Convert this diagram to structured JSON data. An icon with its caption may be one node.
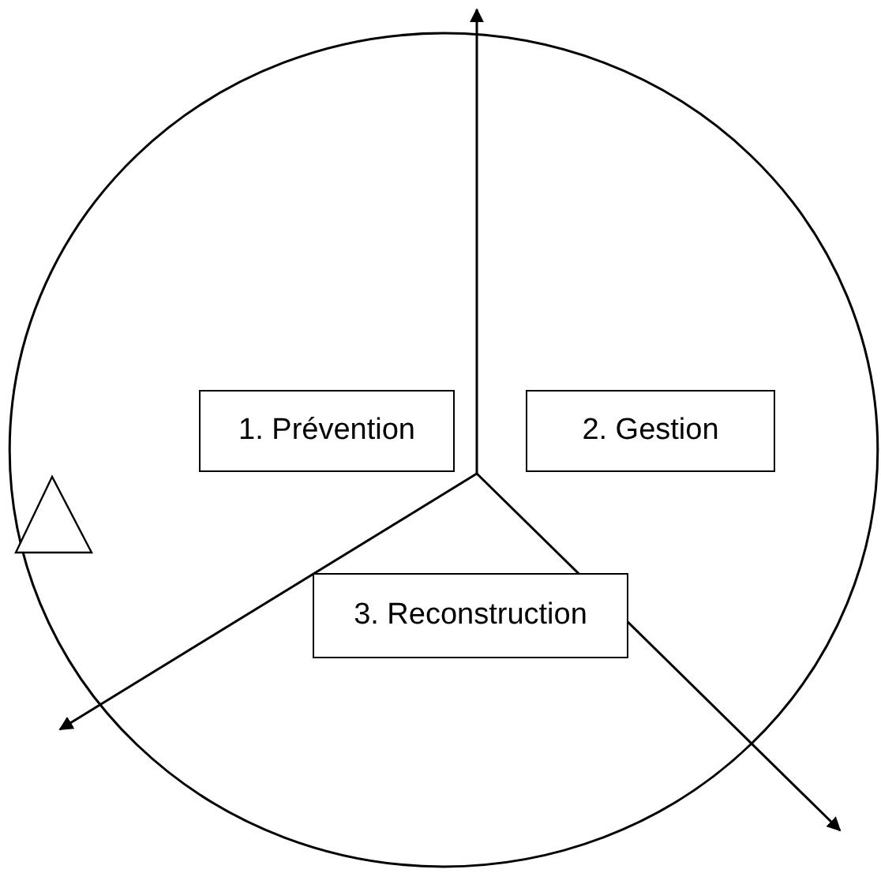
{
  "diagram": {
    "nodes": [
      {
        "text": [],
        "shape": "circle"
      },
      {
        "text": [
          "1. Prévention"
        ],
        "in": 0
      },
      {
        "text": [
          "2. Gestion"
        ],
        "in": 0
      },
      {
        "text": [
          "3. Reconstruction"
        ],
        "in": 0
      }
    ]
  }
}
